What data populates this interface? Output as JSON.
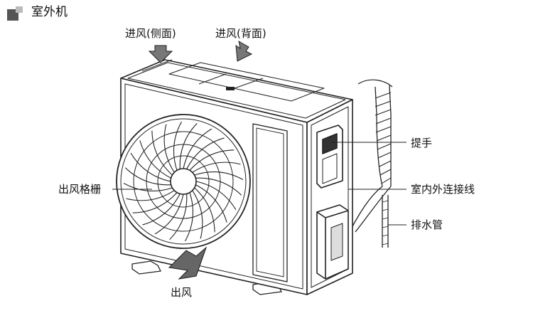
{
  "header": {
    "title": "室外机"
  },
  "labels": {
    "air_in_side": "进风(侧面)",
    "air_in_back": "进风(背面)",
    "handle": "提手",
    "connection_wire": "室内外连接线",
    "drain_pipe": "排水管",
    "outlet_grille": "出风格栅",
    "air_out": "出风"
  }
}
